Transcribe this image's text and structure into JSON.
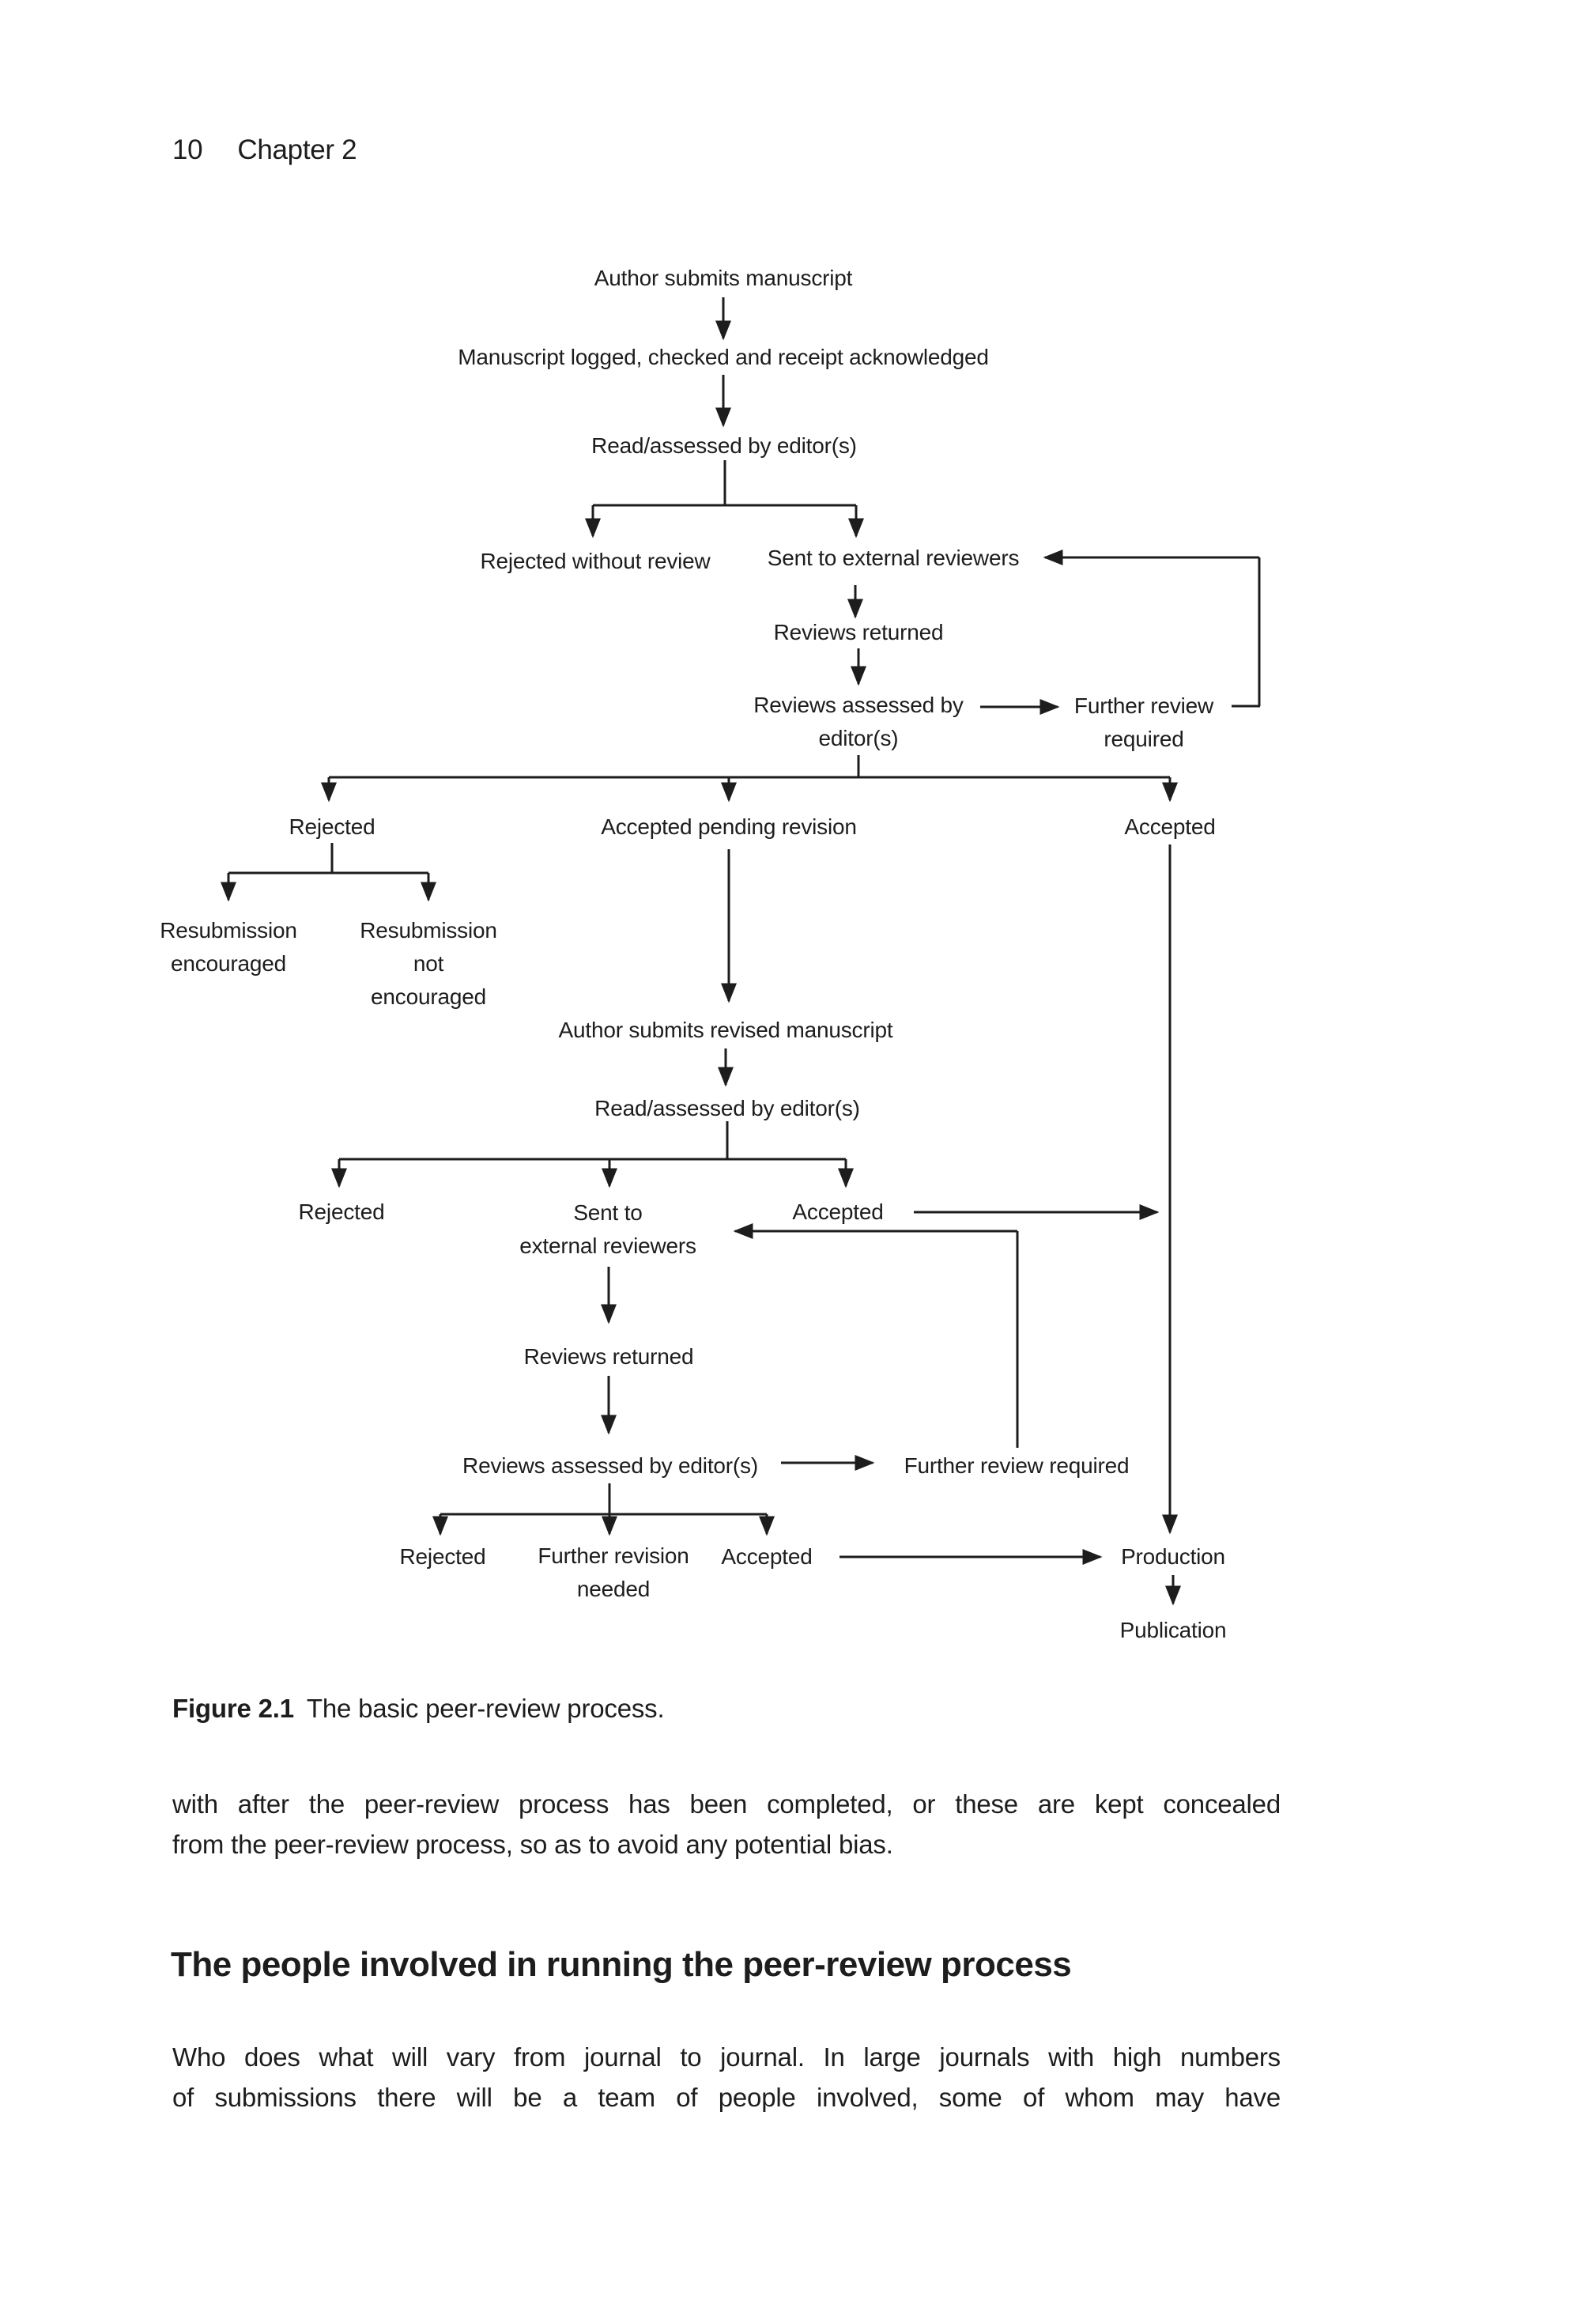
{
  "page": {
    "number": "10",
    "chapter": "Chapter 2"
  },
  "figure": {
    "caption_label": "Figure 2.1",
    "caption_text": "The basic peer-review process.",
    "nodes": {
      "author_submits": "Author submits manuscript",
      "logged": "Manuscript logged, checked and receipt acknowledged",
      "read1": "Read/assessed by editor(s)",
      "rejected_without": "Rejected without review",
      "sent1": "Sent to external reviewers",
      "reviews_returned1": "Reviews returned",
      "assessed1": "Reviews assessed by\neditor(s)",
      "further1": "Further review\nrequired",
      "rejected1": "Rejected",
      "accepted_pending": "Accepted pending revision",
      "accepted1": "Accepted",
      "resub_enc": "Resubmission\nencouraged",
      "resub_not": "Resubmission\nnot\nencouraged",
      "revised": "Author submits revised manuscript",
      "read2": "Read/assessed by editor(s)",
      "rejected2": "Rejected",
      "sent2": "Sent to\nexternal reviewers",
      "accepted2": "Accepted",
      "reviews_returned2": "Reviews returned",
      "assessed2": "Reviews assessed by editor(s)",
      "further2": "Further review required",
      "rejected3": "Rejected",
      "further_revision": "Further revision\nneeded",
      "accepted3": "Accepted",
      "production": "Production",
      "publication": "Publication"
    },
    "edges": [
      [
        "author_submits",
        "logged"
      ],
      [
        "logged",
        "read1"
      ],
      [
        "read1",
        "rejected_without"
      ],
      [
        "read1",
        "sent1"
      ],
      [
        "sent1",
        "reviews_returned1"
      ],
      [
        "reviews_returned1",
        "assessed1"
      ],
      [
        "assessed1",
        "further1"
      ],
      [
        "further1",
        "sent1"
      ],
      [
        "assessed1",
        "rejected1"
      ],
      [
        "assessed1",
        "accepted_pending"
      ],
      [
        "assessed1",
        "accepted1"
      ],
      [
        "rejected1",
        "resub_enc"
      ],
      [
        "rejected1",
        "resub_not"
      ],
      [
        "accepted_pending",
        "revised"
      ],
      [
        "revised",
        "read2"
      ],
      [
        "read2",
        "rejected2"
      ],
      [
        "read2",
        "sent2"
      ],
      [
        "read2",
        "accepted2"
      ],
      [
        "accepted2",
        "production"
      ],
      [
        "sent2",
        "reviews_returned2"
      ],
      [
        "reviews_returned2",
        "assessed2"
      ],
      [
        "assessed2",
        "further2"
      ],
      [
        "further2",
        "sent2"
      ],
      [
        "assessed2",
        "rejected3"
      ],
      [
        "assessed2",
        "further_revision"
      ],
      [
        "assessed2",
        "accepted3"
      ],
      [
        "accepted3",
        "production"
      ],
      [
        "accepted1",
        "production"
      ],
      [
        "production",
        "publication"
      ]
    ]
  },
  "body": {
    "para1_lines": [
      "with after the peer-review process has been completed, or these are kept concealed",
      "from the peer-review process, so as to avoid any potential bias."
    ],
    "heading": "The people involved in running the peer-review process",
    "para2_lines": [
      "Who does what will vary from journal to journal. In large journals with high numbers",
      "of submissions there will be a team of people involved, some of whom may have"
    ]
  },
  "colors": {
    "text": "#1d1d1d",
    "line": "#1d1d1d",
    "background": "#ffffff"
  }
}
